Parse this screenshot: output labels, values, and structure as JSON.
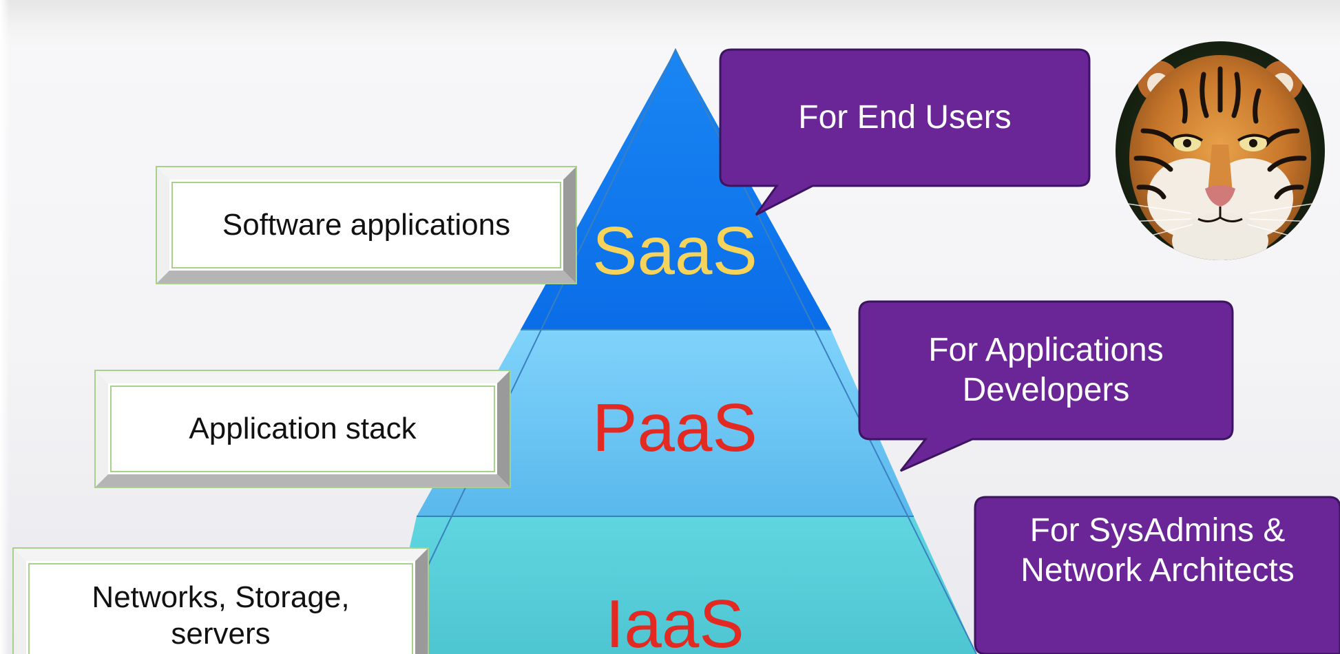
{
  "pyramid": {
    "layers": [
      {
        "label": "SaaS",
        "fill": "#0a6de8",
        "text_color": "#f6d35a"
      },
      {
        "label": "PaaS",
        "fill": "#66c8f5",
        "text_color": "#e32a22"
      },
      {
        "label": "IaaS",
        "fill": "#55cfd9",
        "text_color": "#e32a22"
      }
    ]
  },
  "boxes": {
    "saas": "Software applications",
    "paas": "Application stack",
    "iaas_line1": "Networks, Storage,",
    "iaas_line2": "servers"
  },
  "bubbles": {
    "saas": "For End Users",
    "paas_line1": "For Applications",
    "paas_line2": "Developers",
    "iaas_line1": "For SysAdmins &",
    "iaas_line2": "Network Architects",
    "fill": "#6a2596"
  },
  "avatar": {
    "icon": "tiger-avatar-icon"
  }
}
